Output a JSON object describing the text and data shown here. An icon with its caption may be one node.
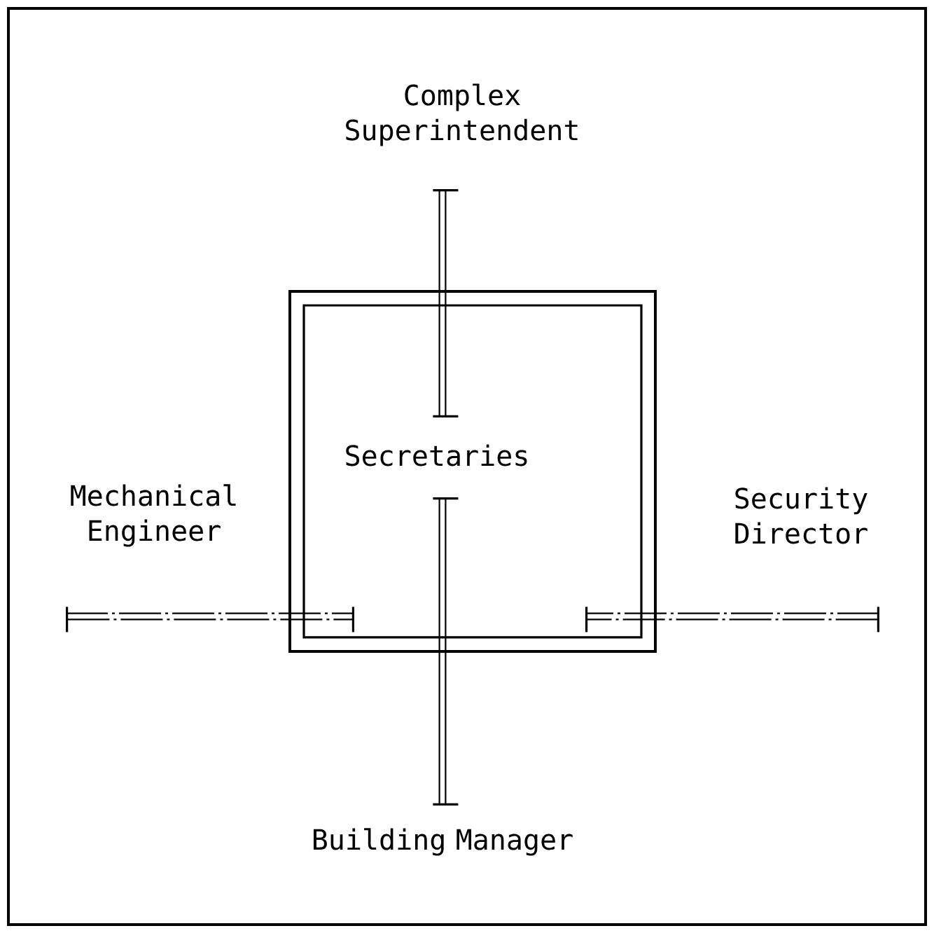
{
  "diagram": {
    "nodes": [
      {
        "text": [
          "Secretaries"
        ]
      },
      {
        "text": [
          "Complex Superintendent"
        ]
      },
      {
        "text": [
          "Mechanical Engineer"
        ]
      },
      {
        "text": [
          "Security Director"
        ]
      },
      {
        "text": [
          "Building Manager"
        ]
      }
    ],
    "edges": [
      {
        "from": 1,
        "to": 0,
        "arrow": "other"
      },
      {
        "from": 2,
        "to": 0,
        "arrow": "other",
        "style": "dashed"
      },
      {
        "from": 3,
        "to": 0,
        "arrow": "other",
        "style": "dashed"
      },
      {
        "from": 4,
        "to": 0,
        "arrow": "other"
      }
    ]
  }
}
